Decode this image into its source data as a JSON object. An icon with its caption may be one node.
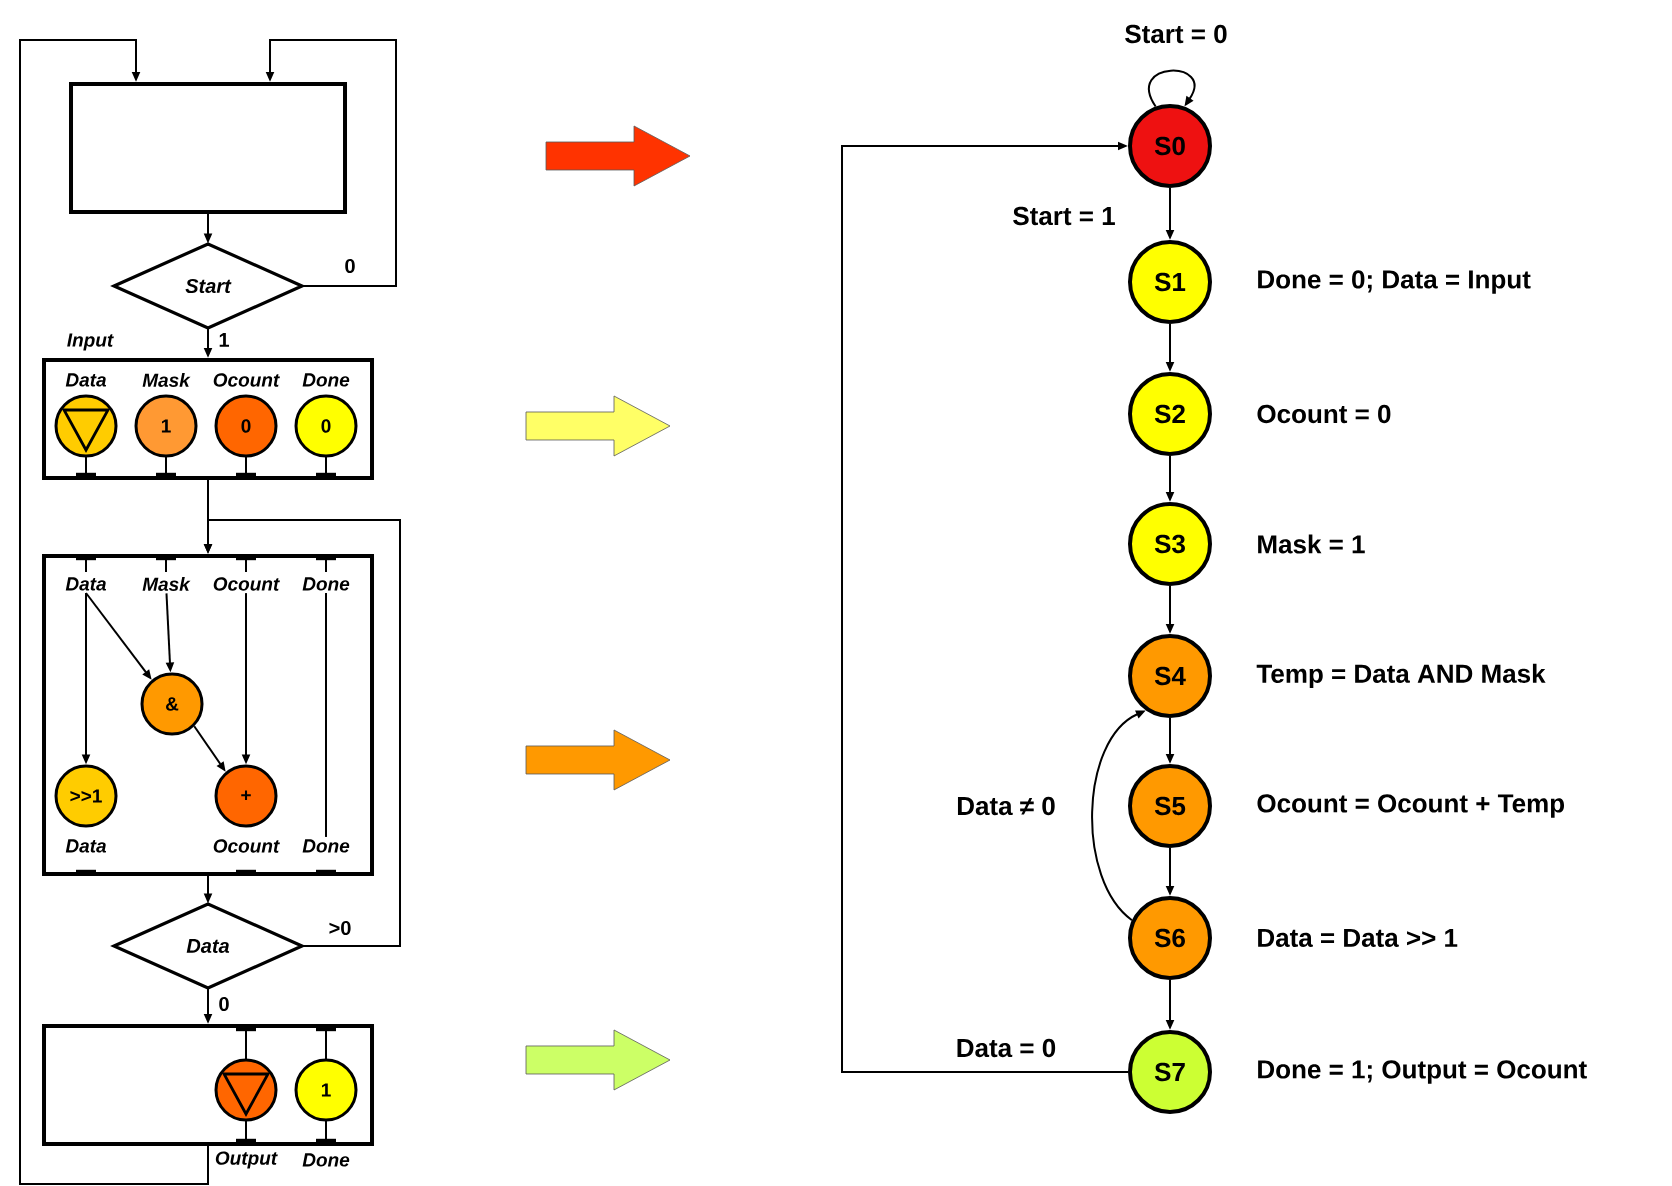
{
  "diagram": {
    "nodes": [
      {
        "text": [],
        "shape": "box"
      },
      {
        "text": [
          "Start"
        ]
      },
      {
        "text": [],
        "shape": "box"
      },
      {
        "text": [],
        "shape": "circle",
        "beside": [
          "Data"
        ],
        "in": 2
      },
      {
        "text": [
          "1"
        ],
        "beside": [
          "Mask"
        ],
        "in": 2
      },
      {
        "text": [
          "0"
        ],
        "beside": [
          "Ocount"
        ],
        "in": 2
      },
      {
        "text": [
          "0"
        ],
        "beside": [
          "Done"
        ],
        "in": 2
      },
      {
        "text": [],
        "shape": "box"
      },
      {
        "text": [
          "Data"
        ],
        "in": 7
      },
      {
        "text": [
          "Mask"
        ],
        "in": 7
      },
      {
        "text": [
          "Ocount"
        ],
        "in": 7
      },
      {
        "text": [
          "Done"
        ],
        "in": 7
      },
      {
        "text": [
          "&"
        ],
        "in": 7
      },
      {
        "text": [
          ">>1"
        ],
        "beside": [
          "Data"
        ],
        "in": 7
      },
      {
        "text": [
          "+"
        ],
        "beside": [
          "Ocount"
        ],
        "in": 7
      },
      {
        "text": [
          "Done"
        ],
        "in": 7
      },
      {
        "text": [
          "Data"
        ]
      },
      {
        "text": [],
        "shape": "box"
      },
      {
        "text": [],
        "shape": "circle",
        "beside": [
          "Output"
        ],
        "in": 17
      },
      {
        "text": [
          "1"
        ],
        "beside": [
          "Done"
        ],
        "in": 17
      },
      {
        "text": [
          "S0"
        ]
      },
      {
        "text": [
          "S1"
        ],
        "beside": [
          "Done = 0; Data = Input"
        ]
      },
      {
        "text": [
          "S2"
        ],
        "beside": [
          "Ocount = 0"
        ]
      },
      {
        "text": [
          "S3"
        ],
        "beside": [
          "Mask = 1"
        ]
      },
      {
        "text": [
          "S4"
        ],
        "beside": [
          "Temp = Data AND Mask"
        ]
      },
      {
        "text": [
          "S5"
        ],
        "beside": [
          "Ocount = Ocount + Temp"
        ]
      },
      {
        "text": [
          "S6"
        ],
        "beside": [
          "Data = Data >> 1"
        ]
      },
      {
        "text": [
          "S7"
        ],
        "beside": [
          "Done = 1; Output = Ocount"
        ]
      }
    ],
    "edges": [
      {
        "from": 0,
        "to": 1,
        "arrow": "to"
      },
      {
        "from": 1,
        "to": 0,
        "arrow": "to",
        "label": "0"
      },
      {
        "from": 1,
        "to": 2,
        "arrow": "to",
        "label": "1"
      },
      {
        "from": 17,
        "to": 0,
        "arrow": "to"
      },
      {
        "from": 2,
        "to": 7,
        "arrow": "to"
      },
      {
        "from": 16,
        "to": 7,
        "arrow": "to",
        "label": ">0"
      },
      {
        "from": 7,
        "to": 16,
        "arrow": "to"
      },
      {
        "from": 16,
        "to": 17,
        "arrow": "to",
        "label": "0"
      },
      {
        "from": 8,
        "to": 13,
        "arrow": "to"
      },
      {
        "from": 8,
        "to": 12,
        "arrow": "to"
      },
      {
        "from": 9,
        "to": 12,
        "arrow": "to"
      },
      {
        "from": 10,
        "to": 14,
        "arrow": "to"
      },
      {
        "from": 12,
        "to": 14,
        "arrow": "to"
      },
      {
        "from": 11,
        "to": 15,
        "arrow": "none"
      },
      {
        "from": 20,
        "to": 20,
        "arrow": "to",
        "label": "Start = 0"
      },
      {
        "from": 20,
        "to": 21,
        "arrow": "to",
        "label": "Start = 1"
      },
      {
        "from": 21,
        "to": 22,
        "arrow": "to"
      },
      {
        "from": 22,
        "to": 23,
        "arrow": "to"
      },
      {
        "from": 23,
        "to": 24,
        "arrow": "to"
      },
      {
        "from": 24,
        "to": 25,
        "arrow": "to"
      },
      {
        "from": 25,
        "to": 26,
        "arrow": "to"
      },
      {
        "from": 26,
        "to": 27,
        "arrow": "to"
      },
      {
        "from": 26,
        "to": 24,
        "arrow": "to",
        "label": "Data ≠ 0"
      },
      {
        "from": 27,
        "to": 20,
        "arrow": "to",
        "label": "Data = 0"
      }
    ],
    "labels": [
      "Input"
    ]
  }
}
